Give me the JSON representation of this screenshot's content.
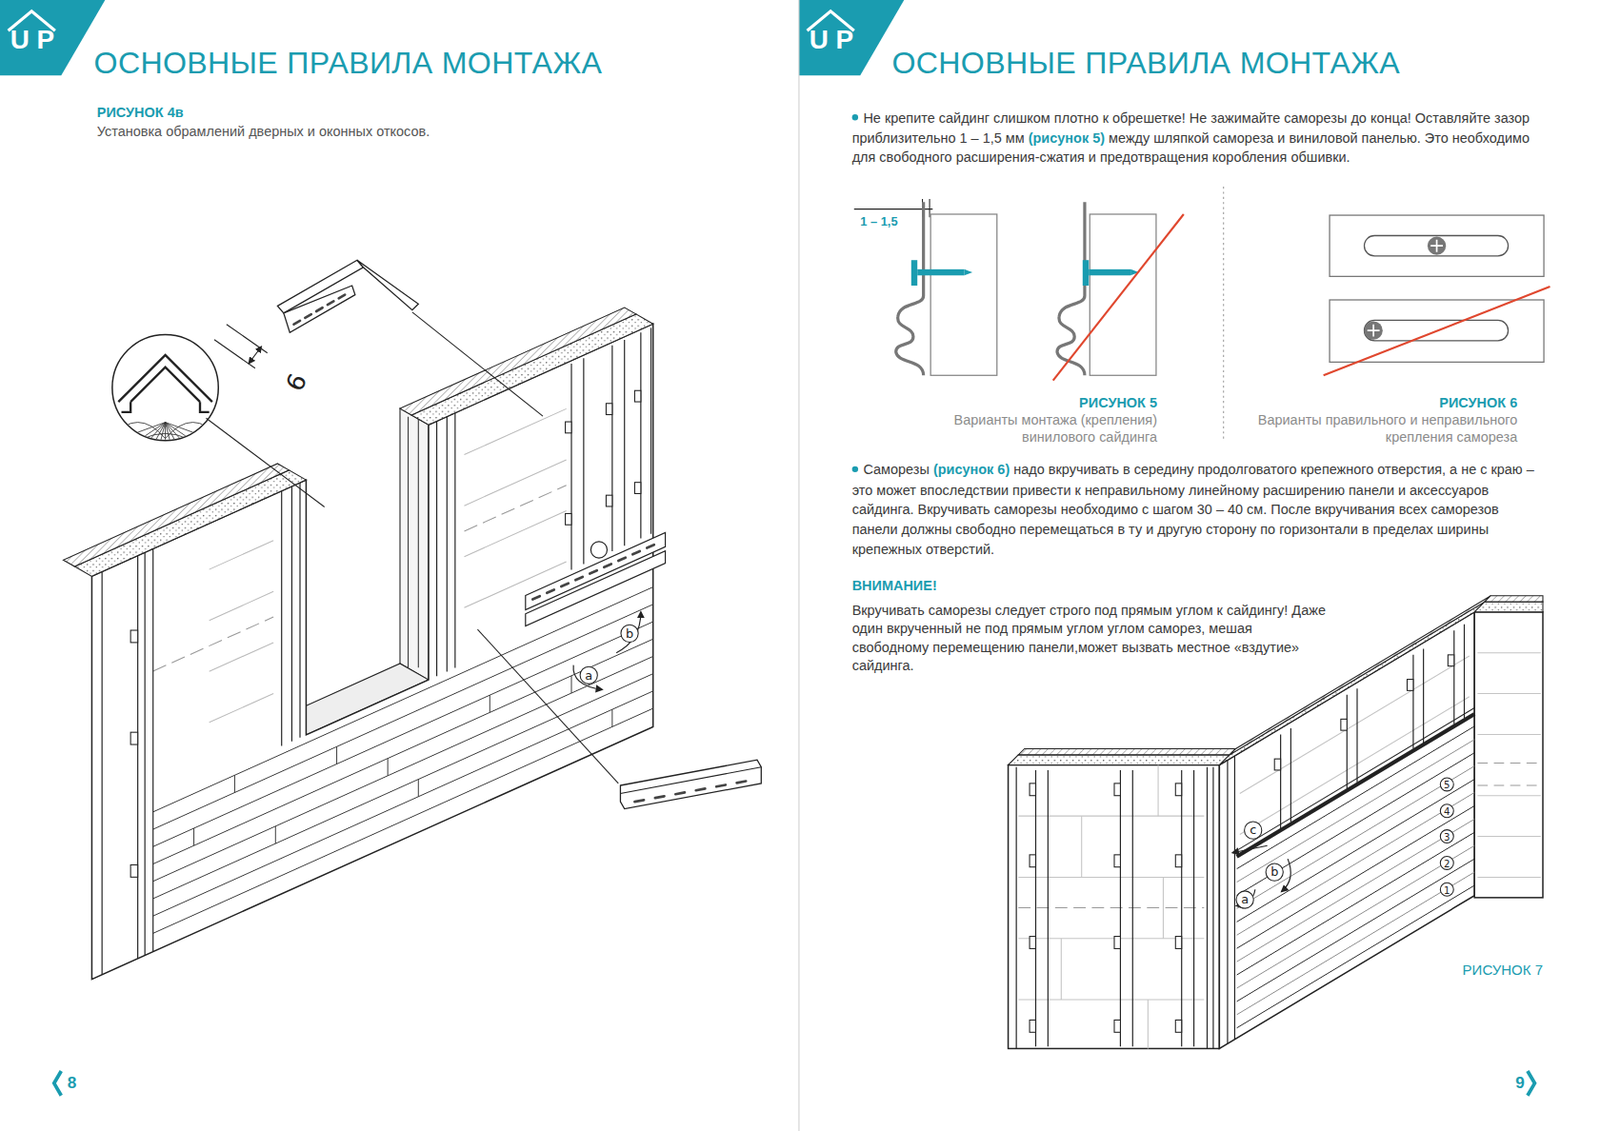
{
  "diagram": {
    "title": "ОСНОВНЫЕ ПРАВИЛА МОНТАЖА",
    "nodes": [
      {
        "text": [
          "b"
        ]
      },
      {
        "text": [
          "a"
        ]
      },
      {
        "text": [
          "5"
        ]
      },
      {
        "text": [
          "4"
        ]
      },
      {
        "text": [
          "c"
        ]
      },
      {
        "text": [
          "3"
        ]
      },
      {
        "text": [
          "2"
        ]
      },
      {
        "text": [
          "b"
        ]
      },
      {
        "text": [
          "1"
        ]
      },
      {
        "text": [
          "a"
        ]
      }
    ],
    "edges": [],
    "labels": [
      "U",
      "P",
      "РИСУНОК 4в",
      "Установка обрамлений дверных и оконных откосов.",
      "6",
      "8",
      "U",
      "P",
      "ОСНОВНЫЕ ПРАВИЛА МОНТАЖА",
      "Не крепите сайдинг слишком плотно к обрешетке! Не зажимайте саморезы до конца! Оставляйте зазор приблизительно 1 – 1,5 мм",
      "(рисунок 5)",
      "между шляпкой самореза и виниловой панелью. Это необходимо для свободного расширения-сжатия и предотвращения коробления обшивки.",
      "1 – 1,5",
      "РИСУНОК 5",
      "Варианты монтажа (крепления) винилового сайдинга",
      "РИСУНОК 6",
      "Варианты правильного и неправильного крепления самореза",
      "Саморезы",
      "(рисунок 6)",
      "надо вкручивать в середину продолговатого крепежного отверстия, а не с краю – это может впоследствии привести к неправильному линейному расширению панели и аксессуаров сайдинга. Вкручивать саморезы необходимо с шагом 30 – 40 см. После вкручивания всех саморезов панели должны свободно перемещаться в ту и другую сторону по горизонтали в пределах ширины крепежных отверстий.",
      "ВНИМАНИЕ!",
      "Вкручивать саморезы следует строго под прямым углом к сайдингу! Даже один вкрученный не под прямым углом углом саморез, мешая свободному перемещению панели,может вызвать местное «вздутие» сайдинга.",
      "РИСУНОК 7",
      "9"
    ]
  }
}
